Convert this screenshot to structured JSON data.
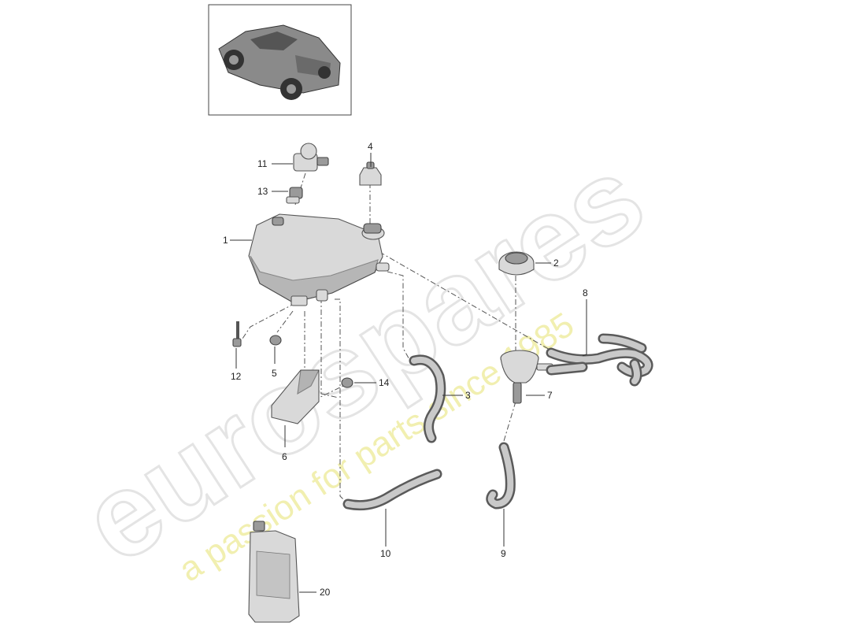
{
  "watermark": {
    "brand": "eurospares",
    "tagline": "a passion for parts since 1985"
  },
  "thumbnail": {
    "icon": "car-thumbnail-icon"
  },
  "callouts": {
    "c1": "1",
    "c2": "2",
    "c3": "3",
    "c4": "4",
    "c5": "5",
    "c6": "6",
    "c7": "7",
    "c8": "8",
    "c9": "9",
    "c10": "10",
    "c11": "11",
    "c12": "12",
    "c13": "13",
    "c14": "14",
    "c20": "20"
  },
  "colors": {
    "line": "#333333",
    "part_fill": "#d9d9d9",
    "watermark_text": "#e4e4e4",
    "watermark_tagline": "#f1efb0"
  }
}
